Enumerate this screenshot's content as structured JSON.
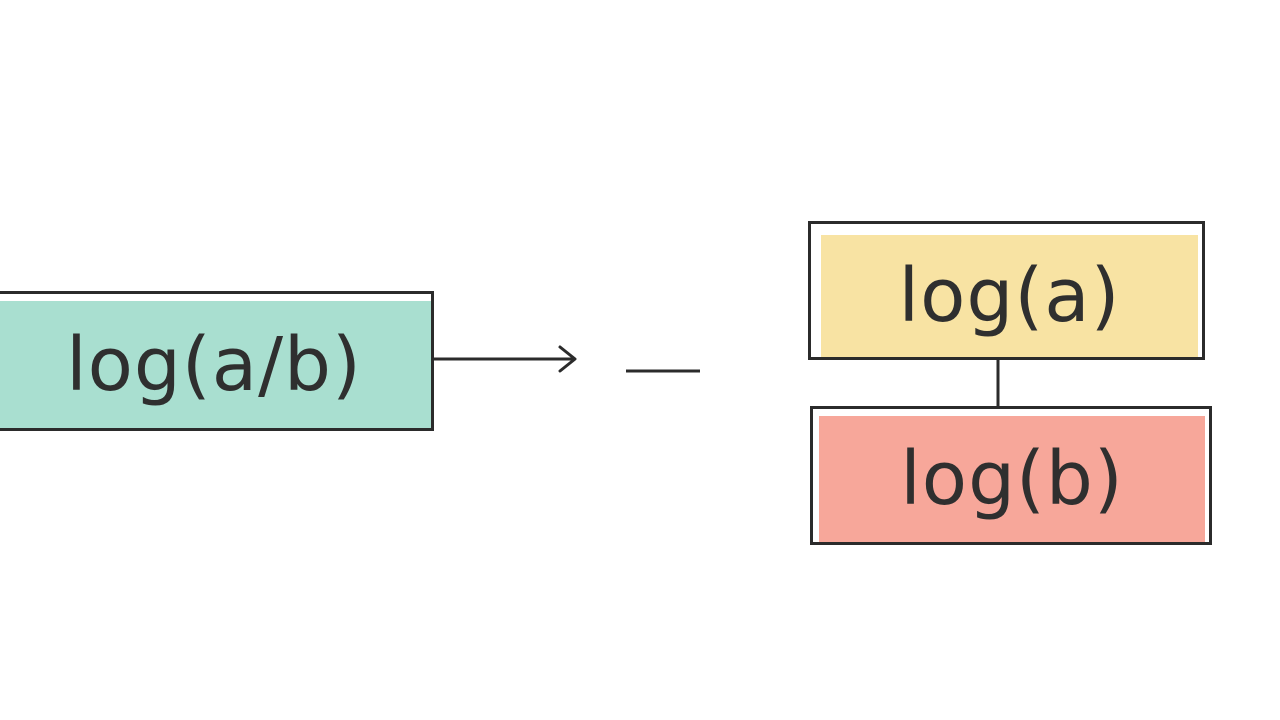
{
  "diagram": {
    "quotient_label": "log(a/b)",
    "minus_symbol": "—",
    "numerator_label": "log(a)",
    "denominator_label": "log(b)"
  },
  "colors": {
    "quotient_fill": "#a9dfd0",
    "numerator_fill": "#f8e3a3",
    "denominator_fill": "#f7a79a",
    "stroke": "#2b2b2b",
    "text": "#2f2f2f"
  }
}
